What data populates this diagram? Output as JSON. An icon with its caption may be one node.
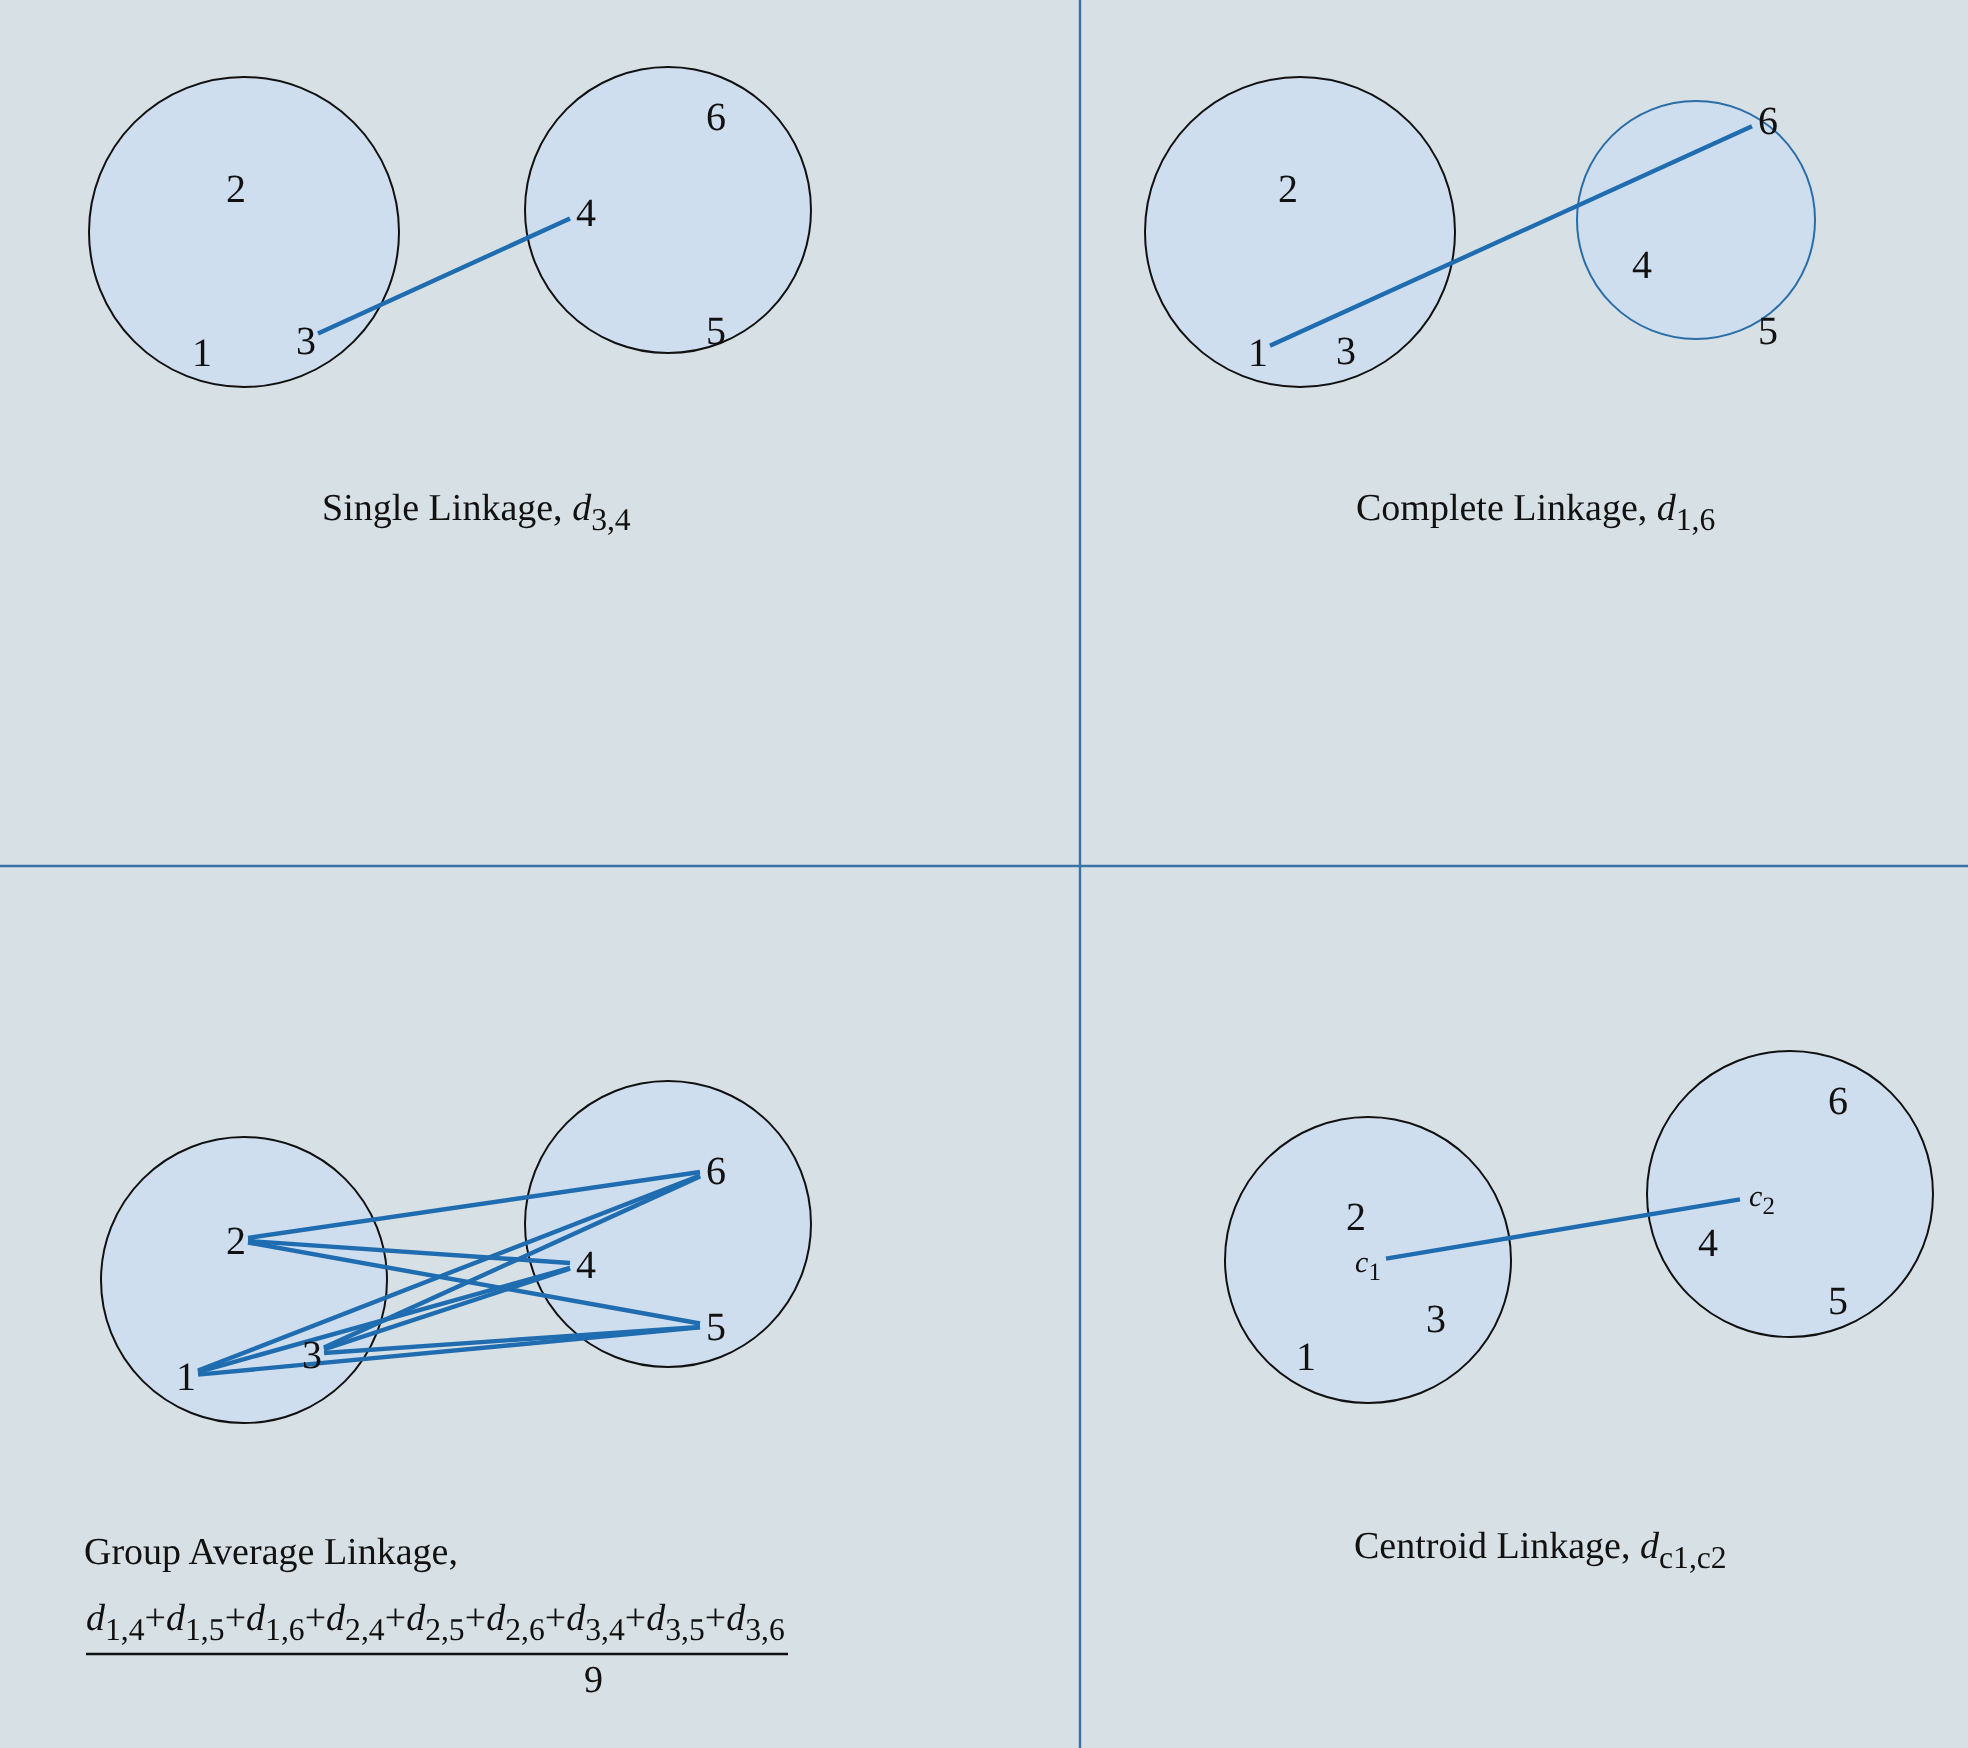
{
  "diagram": {
    "nodes": [
      {
        "text": [],
        "shape": "circle"
      },
      {
        "text": [
          "2"
        ],
        "in": 0
      },
      {
        "text": [
          "1"
        ],
        "in": 0
      },
      {
        "text": [
          "3"
        ],
        "in": 0
      },
      {
        "text": [],
        "shape": "circle"
      },
      {
        "text": [
          "6"
        ],
        "in": 4
      },
      {
        "text": [
          "4"
        ],
        "in": 4
      },
      {
        "text": [
          "5"
        ],
        "in": 4
      },
      {
        "text": [],
        "shape": "circle"
      },
      {
        "text": [
          "2"
        ],
        "in": 8
      },
      {
        "text": [
          "1"
        ],
        "in": 8
      },
      {
        "text": [
          "3"
        ],
        "in": 8
      },
      {
        "text": [],
        "shape": "circle"
      },
      {
        "text": [
          "6"
        ],
        "in": 12
      },
      {
        "text": [
          "4"
        ],
        "in": 12
      },
      {
        "text": [
          "5"
        ],
        "in": 12
      },
      {
        "text": [],
        "shape": "circle"
      },
      {
        "text": [
          "2"
        ],
        "in": 16
      },
      {
        "text": [
          "1"
        ],
        "in": 16
      },
      {
        "text": [
          "3"
        ],
        "in": 16
      },
      {
        "text": [],
        "shape": "circle"
      },
      {
        "text": [
          "6"
        ],
        "in": 20
      },
      {
        "text": [
          "4"
        ],
        "in": 20
      },
      {
        "text": [
          "5"
        ],
        "in": 20
      },
      {
        "text": [],
        "shape": "circle"
      },
      {
        "text": [
          "2"
        ],
        "in": 24
      },
      {
        "text": [
          "*c*$_{1}$"
        ],
        "in": 24
      },
      {
        "text": [
          "3"
        ],
        "in": 24
      },
      {
        "text": [
          "1"
        ],
        "in": 24
      },
      {
        "text": [],
        "shape": "circle"
      },
      {
        "text": [
          "6"
        ],
        "in": 29
      },
      {
        "text": [
          "*c*$_{2}$"
        ],
        "in": 29
      },
      {
        "text": [
          "4"
        ],
        "in": 29
      },
      {
        "text": [
          "5"
        ],
        "in": 29
      }
    ],
    "edges": [
      {
        "from": 3,
        "to": 6,
        "arrow": "none"
      },
      {
        "from": 10,
        "to": 13,
        "arrow": "none"
      },
      {
        "from": 18,
        "to": 22,
        "arrow": "none"
      },
      {
        "from": 18,
        "to": 23,
        "arrow": "none"
      },
      {
        "from": 18,
        "to": 21,
        "arrow": "none"
      },
      {
        "from": 17,
        "to": 22,
        "arrow": "none"
      },
      {
        "from": 17,
        "to": 23,
        "arrow": "none"
      },
      {
        "from": 17,
        "to": 21,
        "arrow": "none"
      },
      {
        "from": 19,
        "to": 22,
        "arrow": "none"
      },
      {
        "from": 19,
        "to": 23,
        "arrow": "none"
      },
      {
        "from": 19,
        "to": 21,
        "arrow": "none"
      },
      {
        "from": 26,
        "to": 31,
        "arrow": "none"
      }
    ],
    "labels": [
      "Single Linkage, *d*$_{3,4}$",
      "Complete Linkage, *d*$_{1,6}$",
      "Group Average Linkage,",
      "*d*$_{1,4}$+*d*$_{1,5}$+*d*$_{1,6}$+*d*$_{2,4}$+*d*$_{2,5}$+*d*$_{2,6}$+*d*$_{3,4}$+*d*$_{3,5}$+*d*$_{3,6}$",
      "9",
      "Centroid Linkage, *d*$_{c1,c2}$"
    ]
  }
}
